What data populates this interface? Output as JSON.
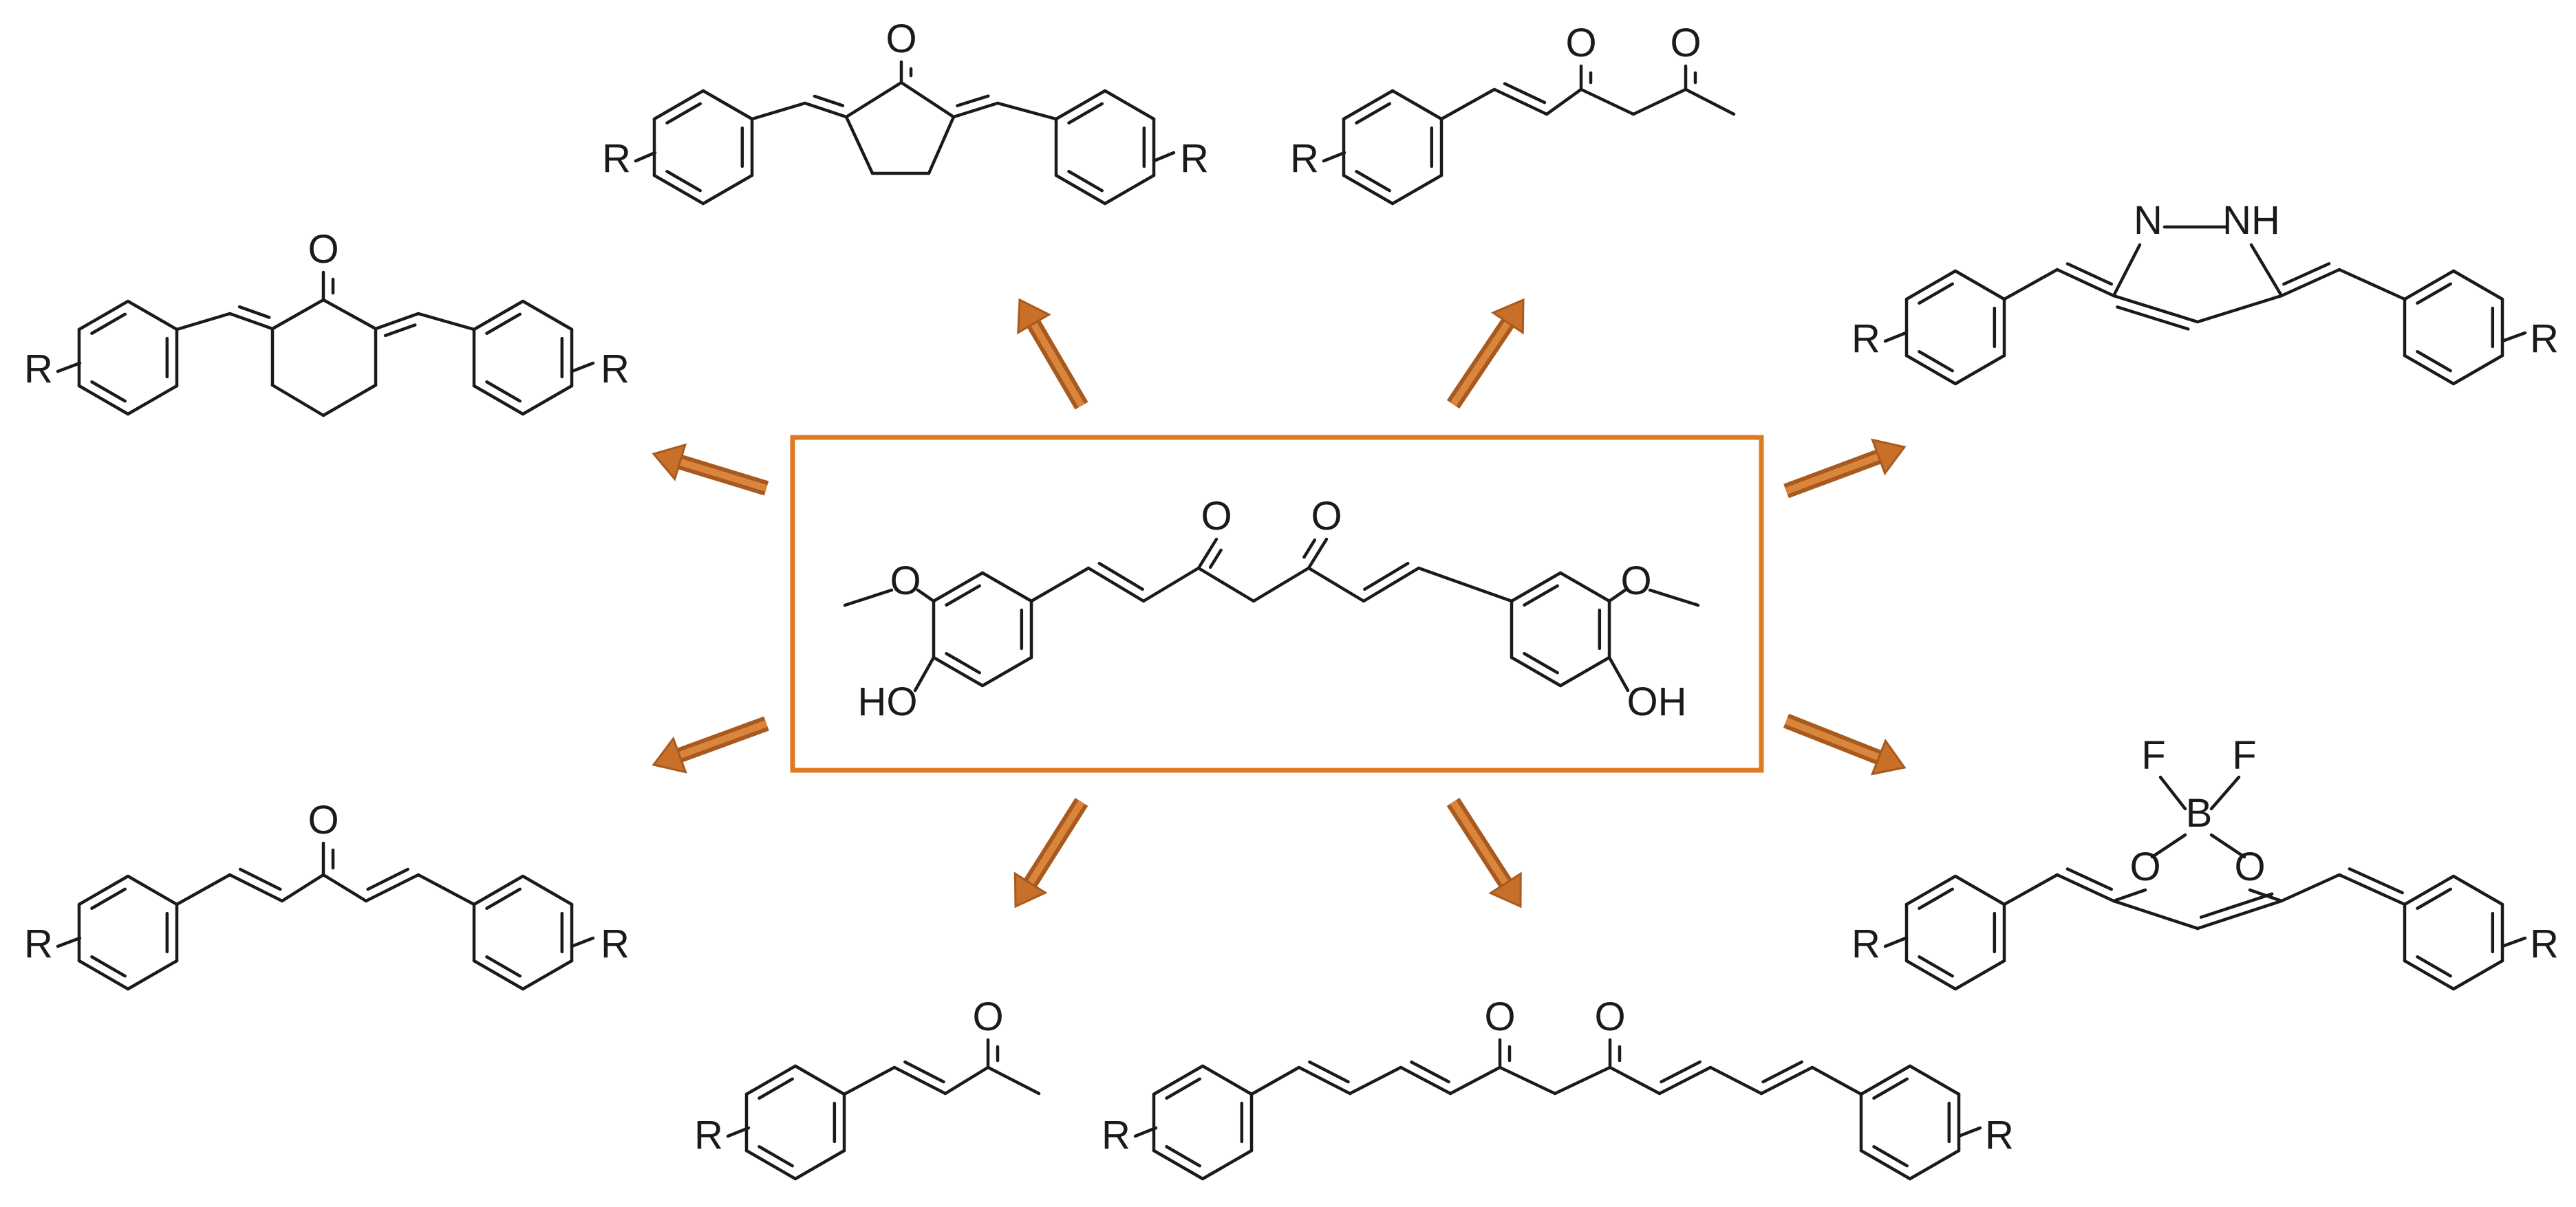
{
  "colors": {
    "frame": "#e07a22",
    "arrow": "#c8702a",
    "bond": "#1a1a1a"
  },
  "center": {
    "name": "curcumin",
    "labels": {
      "o1": "O",
      "o2": "O",
      "methoxy_left": "O",
      "methoxy_right": "O",
      "hydroxy_left": "HO",
      "hydroxy_right": "OH"
    }
  },
  "analogs": {
    "cyclopentanone": {
      "o": "O",
      "r_left": "R",
      "r_right": "R"
    },
    "enone_acetyl": {
      "o1": "O",
      "o2": "O",
      "r": "R"
    },
    "pyrazole": {
      "n": "N",
      "nh": "NH",
      "r_left": "R",
      "r_right": "R"
    },
    "cyclohexanone": {
      "o": "O",
      "r_left": "R",
      "r_right": "R"
    },
    "difluoroboron": {
      "f1": "F",
      "f2": "F",
      "b": "B",
      "o1": "O",
      "o2": "O",
      "r_left": "R",
      "r_right": "R"
    },
    "dienone": {
      "o": "O",
      "r_left": "R",
      "r_right": "R"
    },
    "benzylideneacetone": {
      "o": "O",
      "r": "R"
    },
    "extended": {
      "o1": "O",
      "o2": "O",
      "r_left": "R",
      "r_right": "R"
    }
  }
}
